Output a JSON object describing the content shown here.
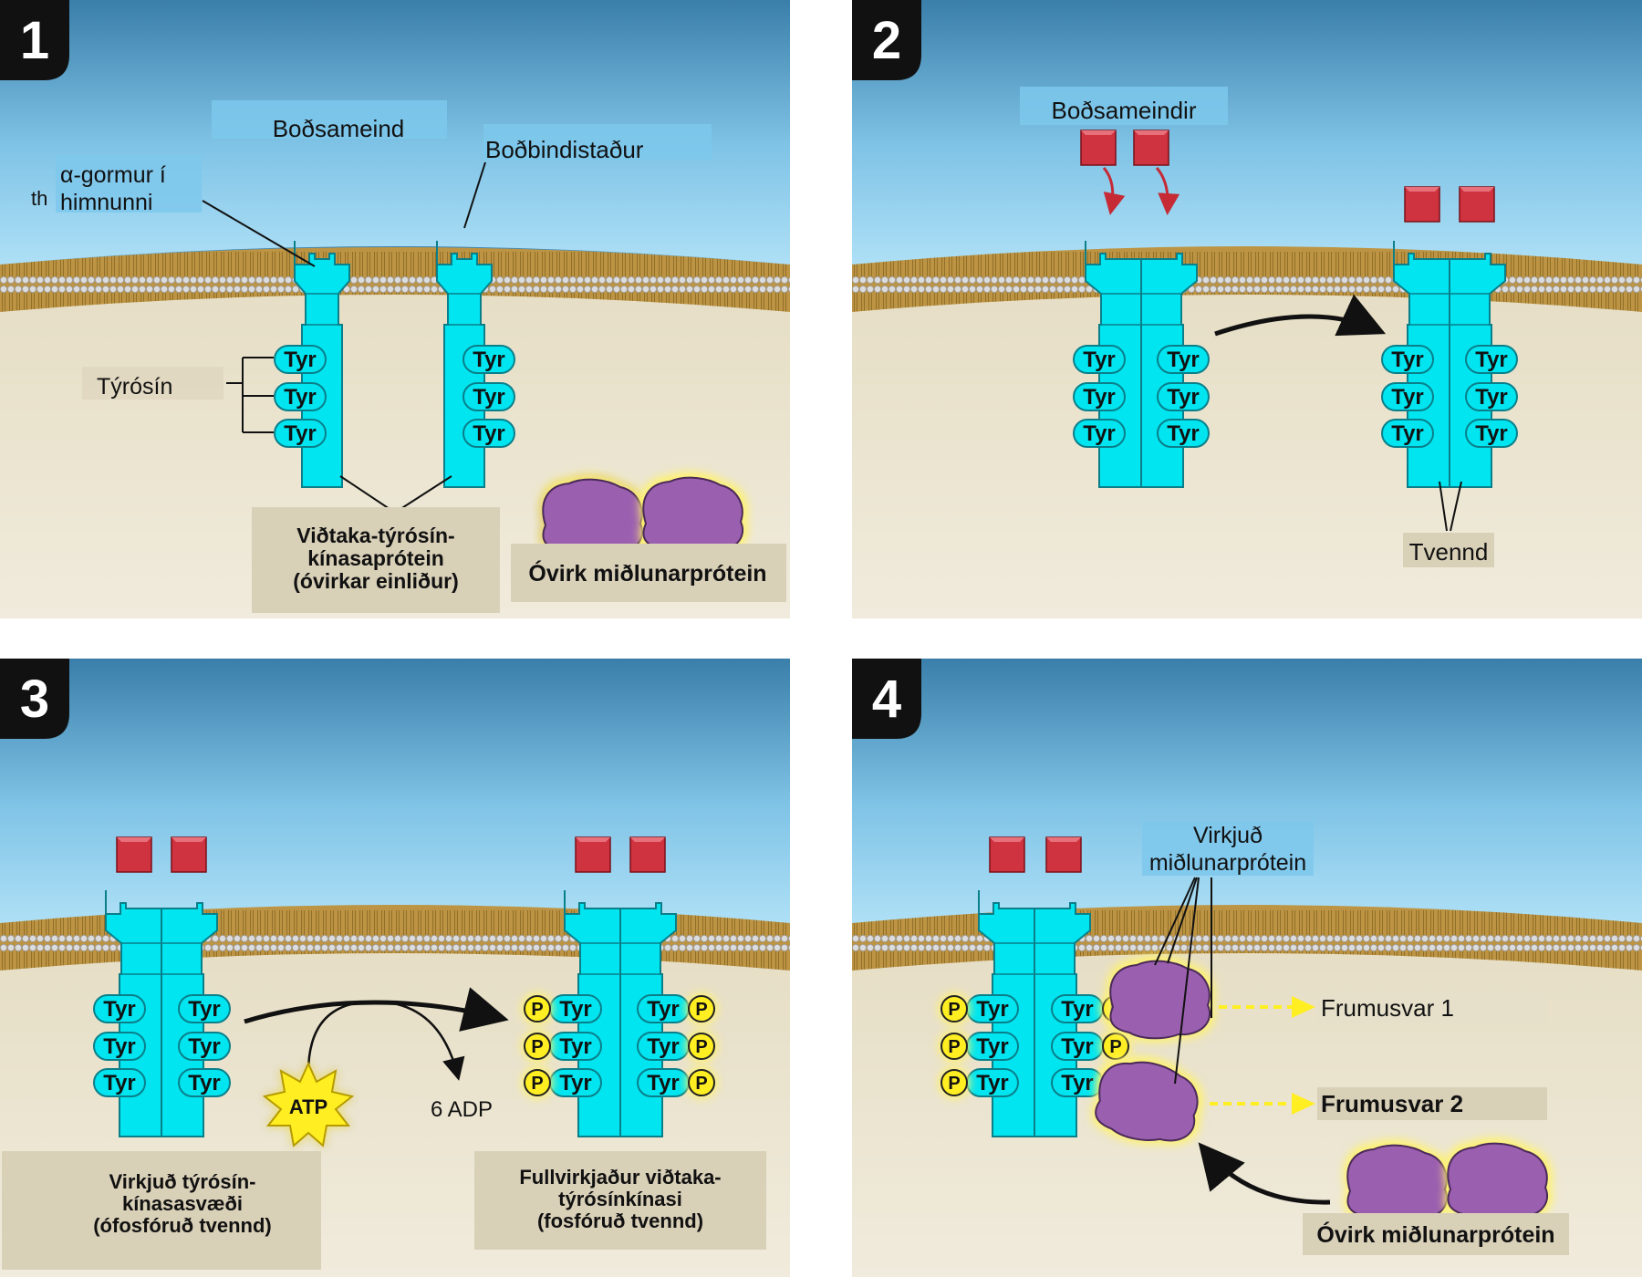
{
  "panels": [
    {
      "number": "1"
    },
    {
      "number": "2"
    },
    {
      "number": "3"
    },
    {
      "number": "4"
    }
  ],
  "tyr_label": "Tyr",
  "p_label": "P",
  "p1": {
    "signal_molecule": "Boðsameind",
    "binding_site": "Boðbindistaður",
    "helix_line1": "α-gormur í",
    "helix_line2": "himnunni",
    "helix_fragment": "th",
    "tyrosine": "Týrósín",
    "receptor_line1": "Viðtaka-týrósín-",
    "receptor_line2": "kínasaprótein",
    "receptor_line3": "(óvirkar einliður)",
    "inactive_relay": "Óvirk miðlunarprótein"
  },
  "p2": {
    "signal_molecules": "Boðsameindir",
    "dimer": "Tvennd"
  },
  "p3": {
    "atp": "ATP",
    "adp": "6 ADP",
    "left_line1": "Virkjuð týrósín-",
    "left_line2": "kínasasvæði",
    "left_line3": "(ófosfóruð tvennd)",
    "right_line1": "Fullvirkjaður viðtaka-",
    "right_line2": "týrósínkínasi",
    "right_line3": "(fosfóruð tvennd)"
  },
  "p4": {
    "active_line1": "Virkjuð",
    "active_line2": "miðlunarprótein",
    "response1": "Frumusvar 1",
    "response2": "Frumusvar 2",
    "inactive_relay": "Óvirk miðlunarprótein"
  },
  "colors": {
    "receptor": "#00e5f0",
    "signal": "#d23a48",
    "relay": "#9b5fb0",
    "phosphate": "#ffee22",
    "membrane": "#c9a24a",
    "label_box_blue": "#7ec8ec",
    "label_box_tan": "#d9d0b8"
  }
}
